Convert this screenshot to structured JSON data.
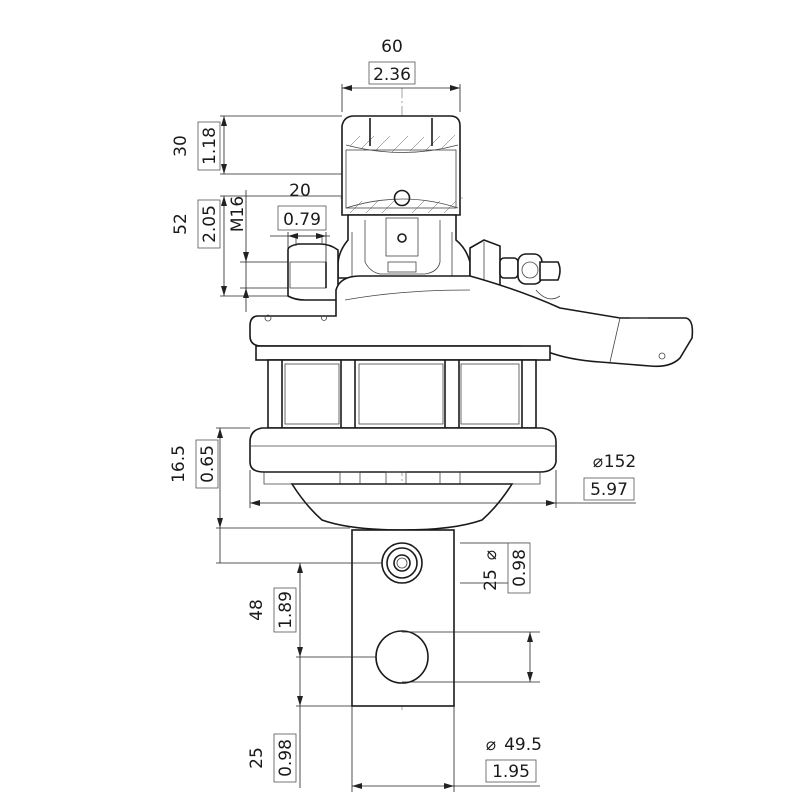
{
  "dimensions": {
    "top_width_mm": "60",
    "top_width_in": "2.36",
    "top_height_mm": "30",
    "top_height_in": "1.18",
    "port_height_mm": "52",
    "port_height_in": "2.05",
    "port_thread": "M16",
    "port_offset_mm": "20",
    "port_offset_in": "0.79",
    "flange_thickness_mm": "16.5",
    "flange_thickness_in": "0.65",
    "flange_diameter_mm": "152",
    "flange_diameter_in": "5.97",
    "pin_diameter_mm": "25",
    "pin_diameter_in": "0.98",
    "pin_spacing_mm": "48",
    "pin_spacing_in": "1.89",
    "shaft_end_mm": "25",
    "shaft_end_in": "0.98",
    "shaft_diameter_mm": "49.5",
    "shaft_diameter_in": "1.95"
  },
  "diameter_symbol": "⌀"
}
